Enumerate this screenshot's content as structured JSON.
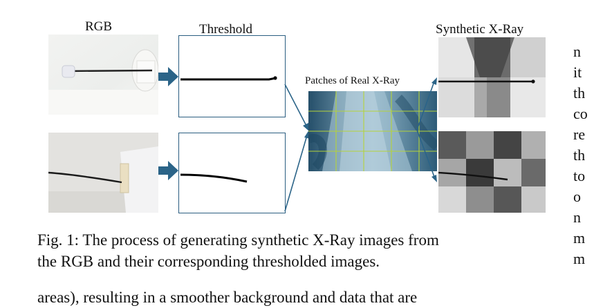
{
  "figure": {
    "labels": {
      "rgb": "RGB",
      "threshold": "Threshold",
      "patches": "Patches of Real X-Ray",
      "synthetic": "Synthetic X-Ray"
    },
    "caption": "Fig. 1: The process of generating synthetic X-Ray images from",
    "caption_line2": "the RGB and their corresponding thresholded images."
  },
  "right_column": [
    "n",
    "it",
    "th",
    "co",
    "re",
    "th",
    "to",
    "o",
    "n",
    "m",
    "m"
  ],
  "cut_text": "areas), resulting in a smoother background and data that are",
  "colors": {
    "arrow": "#2b6488",
    "box_border": "#2a5d80",
    "grid": "#b5d33a"
  }
}
